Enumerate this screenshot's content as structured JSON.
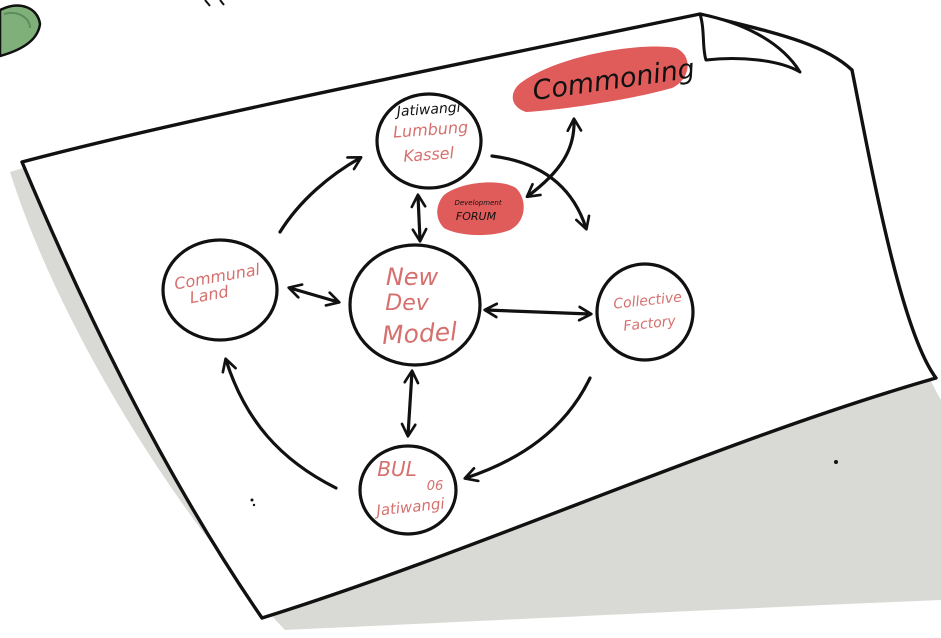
{
  "diagram": {
    "title_badge": "Commoning",
    "center": [
      "New",
      "Dev",
      "Model"
    ],
    "top_node": {
      "line1": "Jatiwangi",
      "line2": "Lumbung",
      "line3": "Kassel"
    },
    "left_node": [
      "Communal",
      "Land"
    ],
    "right_node": [
      "Collective",
      "Factory"
    ],
    "bottom_node": {
      "line1": "BUL",
      "line2": "06",
      "line3": "Jatiwangi"
    },
    "forum_badge": {
      "line1": "Development",
      "line2": "FORUM"
    }
  },
  "colors": {
    "ink": "#111111",
    "accent_red": "#e05c5b",
    "label_red": "#d6706e",
    "paper": "#ffffff",
    "paper_shadow": "#d9d9d5",
    "leaf_green": "#7fb07a"
  },
  "icons": [
    "leaf-icon"
  ]
}
